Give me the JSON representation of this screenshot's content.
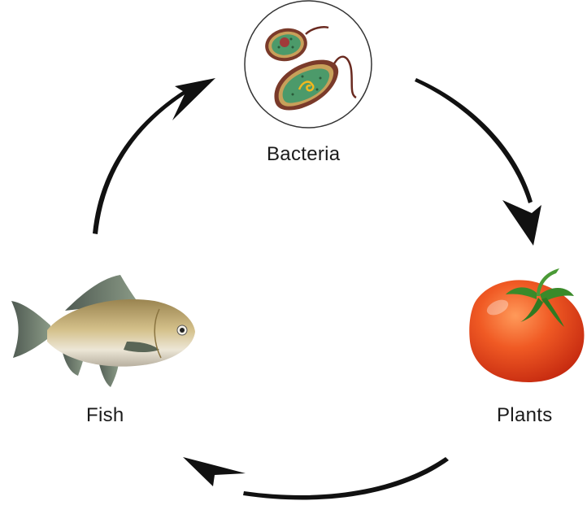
{
  "diagram": {
    "type": "cycle",
    "nodes": [
      {
        "id": "bacteria",
        "label": "Bacteria",
        "icon": "bacteria-icon"
      },
      {
        "id": "plants",
        "label": "Plants",
        "icon": "tomato-icon"
      },
      {
        "id": "fish",
        "label": "Fish",
        "icon": "fish-icon"
      }
    ],
    "edges": [
      {
        "from": "fish",
        "to": "bacteria"
      },
      {
        "from": "bacteria",
        "to": "plants"
      },
      {
        "from": "plants",
        "to": "fish"
      }
    ],
    "colors": {
      "arrow": "#111111",
      "tomato": "#e8401c",
      "leaf": "#3a8a2a",
      "fish_body": "#c8b27a",
      "bacteria_cell": "#4c9a6a"
    }
  }
}
